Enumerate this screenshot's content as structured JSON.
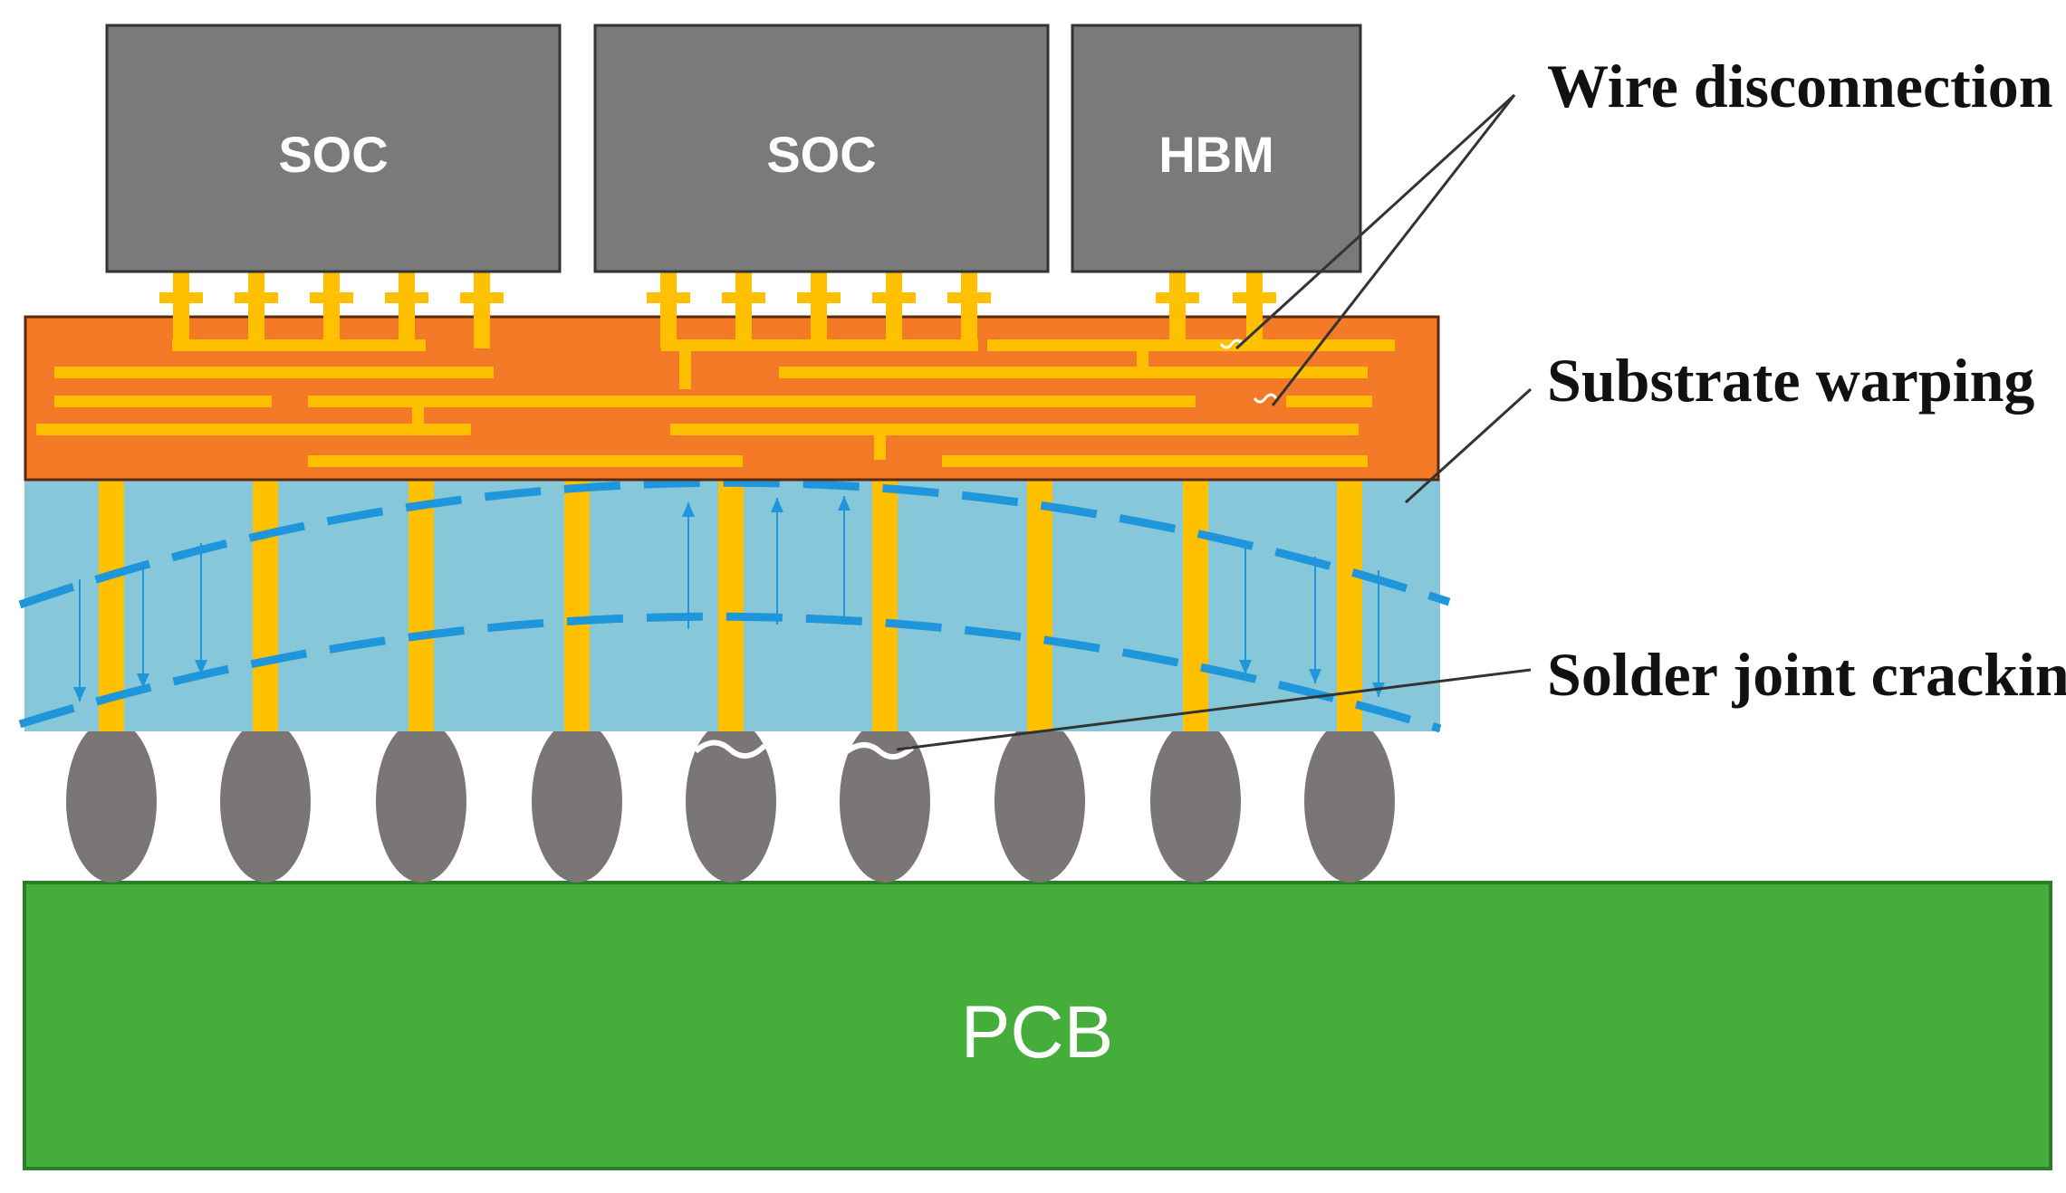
{
  "chips": [
    {
      "label": "SOC"
    },
    {
      "label": "SOC"
    },
    {
      "label": "HBM"
    }
  ],
  "pcb": {
    "label": "PCB"
  },
  "annotations": {
    "wire_disconnection": "Wire disconnection",
    "substrate_warping": "Substrate warping",
    "solder_joint_cracking": "Solder joint cracking"
  },
  "colors": {
    "chip": "#7a7a7a",
    "chip_pad": "#d9d9d9",
    "gold": "#ffc000",
    "interposer": "#f47a27",
    "substrate": "#86c8da",
    "warp_line": "#1f96db",
    "solder_ball": "#7a7675",
    "pcb": "#45ad3a",
    "pcb_border": "#2b7d27"
  }
}
